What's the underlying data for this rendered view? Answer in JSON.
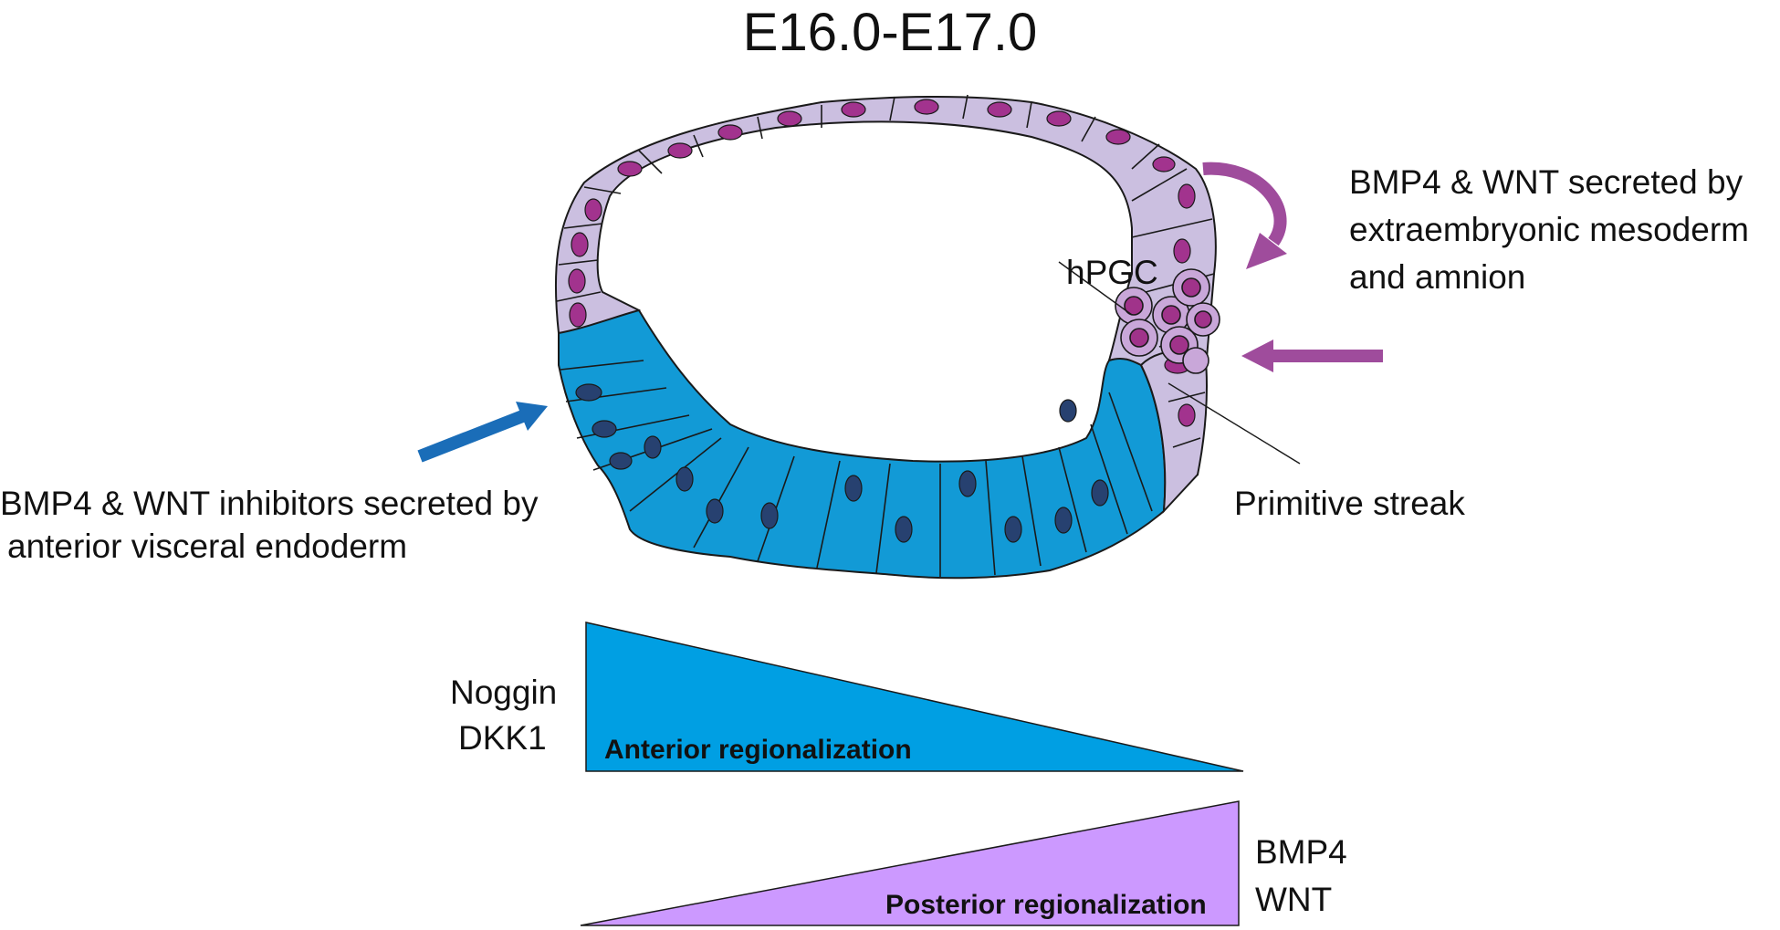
{
  "title": "E16.0-E17.0",
  "labels": {
    "hpgc": "hPGC",
    "bmp4_wnt_secreted": [
      "BMP4 & WNT secreted by",
      "extraembryonic mesoderm",
      "and amnion"
    ],
    "inhibitors_secreted": [
      "BMP4 & WNT inhibitors secreted by",
      "anterior visceral endoderm"
    ],
    "primitive_streak": "Primitive streak"
  },
  "gradients": {
    "anterior": {
      "factors": [
        "Noggin",
        "DKK1"
      ],
      "label": "Anterior regionalization",
      "color": "#009fe3"
    },
    "posterior": {
      "factors": [
        "BMP4",
        "WNT"
      ],
      "label": "Posterior regionalization",
      "color": "#cc99ff"
    }
  },
  "colors": {
    "epiblast": "#129ad6",
    "epiblast_nucleus": "#274170",
    "amnion": "#cbbfe0",
    "amnion_nucleus": "#a2338e",
    "pgc_cell": "#c9a7d9",
    "pgc_nucleus": "#a0338a",
    "blue_arrow": "#1a6db8",
    "purple_arrow": "#9f4c9c"
  },
  "icons": [
    "blue-arrow-icon",
    "purple-curved-arrow-icon",
    "purple-straight-arrow-icon"
  ]
}
